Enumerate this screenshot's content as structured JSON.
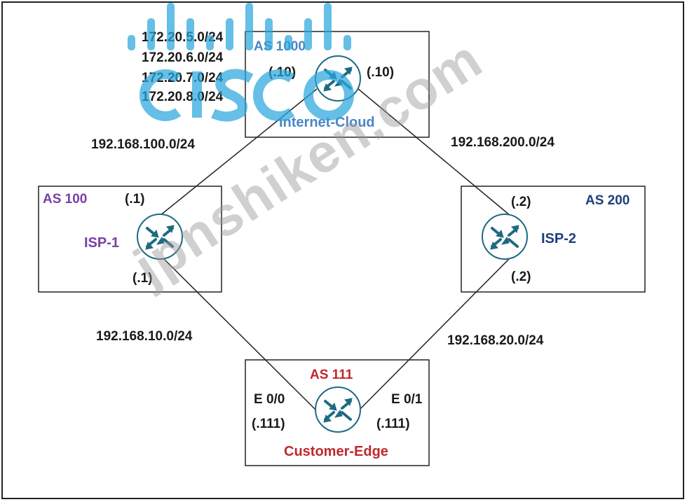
{
  "colors": {
    "internet_cloud": "#4a86c5",
    "isp1": "#7a3fa6",
    "isp2": "#1f3f7a",
    "customer_edge": "#c0282a",
    "router_icon": "#1f6a82",
    "watermark": "#999999",
    "cisco_logo": "#2aa6dc"
  },
  "logo": {
    "icon": "cisco-logo"
  },
  "watermark": {
    "text": "jpnshiken.com"
  },
  "routers": {
    "internet_cloud": {
      "as": "AS 1000",
      "name": "Internet-Cloud",
      "left_ip": "(.10)",
      "right_ip": "(.10)"
    },
    "isp1": {
      "as": "AS 100",
      "name": "ISP-1",
      "top_ip": "(.1)",
      "bottom_ip": "(.1)"
    },
    "isp2": {
      "as": "AS 200",
      "name": "ISP-2",
      "top_ip": "(.2)",
      "bottom_ip": "(.2)"
    },
    "customer_edge": {
      "as": "AS 111",
      "name": "Customer-Edge",
      "left_if": "E 0/0",
      "left_ip": "(.111)",
      "right_if": "E 0/1",
      "right_ip": "(.111)"
    }
  },
  "networks": {
    "loopbacks": [
      "172.20.5.0/24",
      "172.20.6.0/24",
      "172.20.7.0/24",
      "172.20.8.0/24"
    ],
    "isp1_internet": "192.168.100.0/24",
    "isp2_internet": "192.168.200.0/24",
    "isp1_customer": "192.168.10.0/24",
    "isp2_customer": "192.168.20.0/24"
  }
}
